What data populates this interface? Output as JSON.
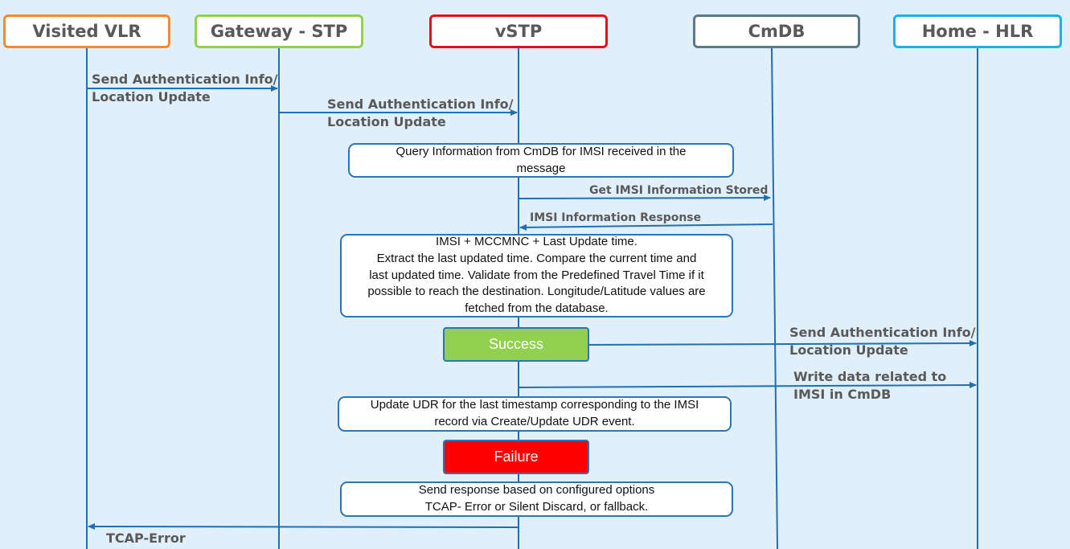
{
  "colors": {
    "background": "#e1effa",
    "line": "#1f6fb5",
    "visited_vlr": "#f28a2e",
    "gateway_stp": "#92d050",
    "vstp": "#e3101b",
    "cmdb": "#5c7a85",
    "home_hlr": "#1fb1e3",
    "success": "#92d050",
    "failure": "#ff0000"
  },
  "actors": {
    "visited_vlr": "Visited VLR",
    "gateway_stp": "Gateway - STP",
    "vstp": "vSTP",
    "cmdb": "CmDB",
    "home_hlr": "Home - HLR"
  },
  "messages": {
    "sai_vlr_to_gw": [
      "Send Authentication Info/",
      "Location Update"
    ],
    "sai_gw_to_vstp": [
      "Send Authentication Info/",
      "Location Update"
    ],
    "get_imsi": "Get IMSI Information Stored",
    "imsi_response": "IMSI Information Response",
    "sai_vstp_to_hlr": [
      "Send Authentication Info/",
      "Location Update"
    ],
    "write_data": [
      "Write data related to",
      "IMSI in CmDB"
    ],
    "tcap_error": "TCAP-Error"
  },
  "notes": {
    "query": "Query Information from CmDB for IMSI received in the\nmessage",
    "extract": "IMSI + MCCMNC + Last Update time.\nExtract the last updated time. Compare the current time and\nlast updated time. Validate from the Predefined Travel Time if it\npossible to reach the destination. Longitude/Latitude values are\nfetched from the database.",
    "update_udr": "Update UDR for the last timestamp corresponding to the IMSI\nrecord via Create/Update UDR event.",
    "send_response": "Send response based on configured options\nTCAP- Error or Silent Discard, or fallback."
  },
  "status": {
    "success": "Success",
    "failure": "Failure"
  }
}
